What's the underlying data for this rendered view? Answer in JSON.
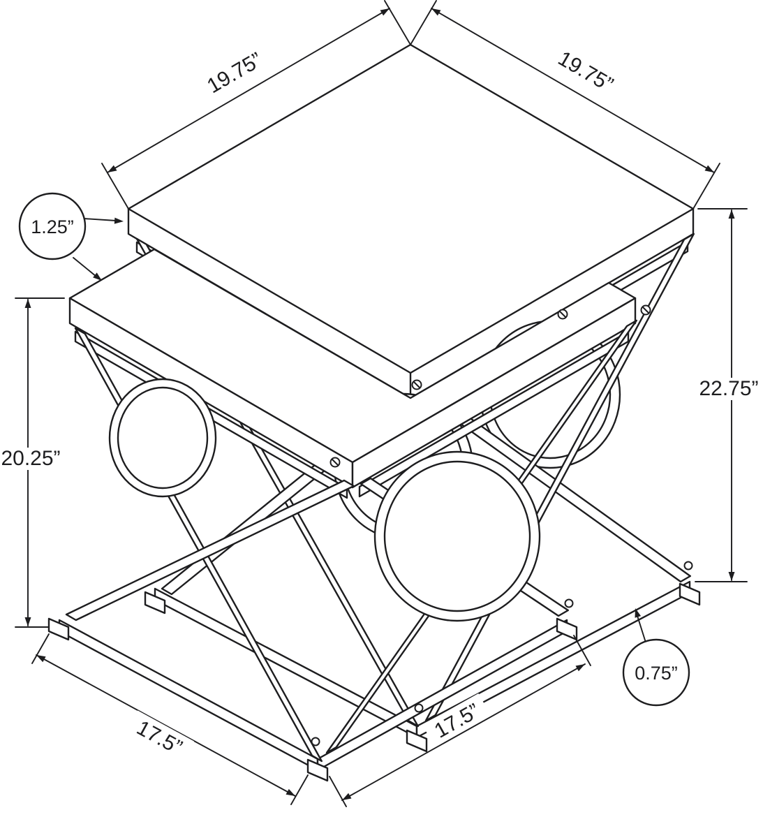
{
  "style": {
    "line_color": "#1d1d1f",
    "background_color": "#ffffff"
  },
  "drawing": {
    "subject": "two-piece nesting accent table, X-frame legs with circle accents, isometric dimensional drawing"
  },
  "annotations": {
    "top_edge_left": "19.75”",
    "top_edge_right": "19.75”",
    "top_thickness": "1.25”",
    "height_tall_table": "22.75”",
    "height_short_table": "20.25”",
    "base_edge_left": "17.5”",
    "base_edge_middle": "17.5”",
    "frame_thickness": "0.75”"
  }
}
